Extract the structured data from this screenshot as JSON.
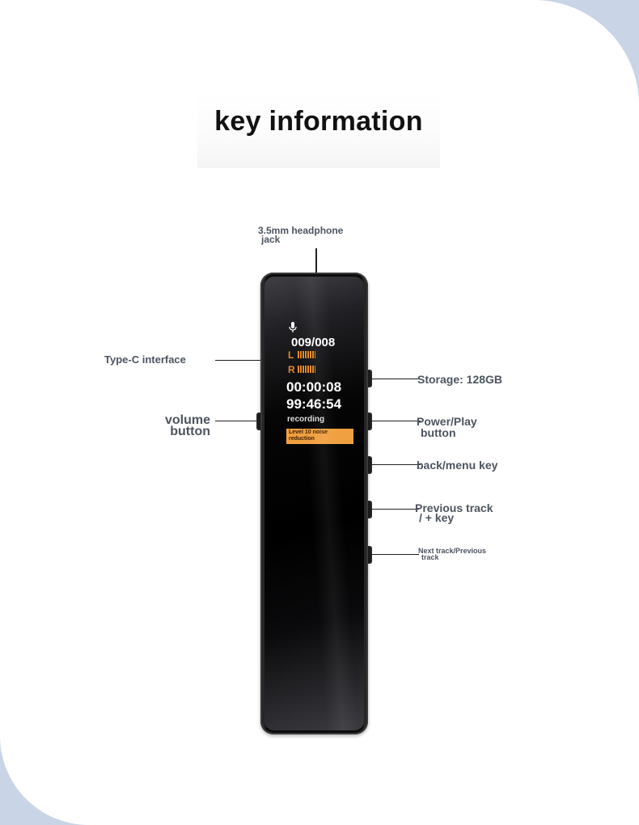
{
  "title": "key information",
  "labels": {
    "headphone": [
      "3.5mm headphone",
      "jack"
    ],
    "typec": "Type-C interface",
    "volume": [
      "volume",
      "button"
    ],
    "storage": "Storage: 128GB",
    "power": [
      "Power/Play",
      "button"
    ],
    "back": "back/menu key",
    "prev": [
      "Previous track",
      "/ + key"
    ],
    "next": [
      "Next track/Previous",
      "track"
    ]
  },
  "screen": {
    "file_counter": "009/008",
    "left_channel": "L",
    "right_channel": "R",
    "elapsed_time": "00:00:08",
    "remaining_time": "99:46:54",
    "status": "recording",
    "noise_badge": [
      "Level 10 noise",
      "reduction"
    ]
  },
  "colors": {
    "accent_orange": "#e58a2b",
    "badge_orange": "#f0a040",
    "label_gray": "#4c5560"
  },
  "icons": {
    "mic": "microphone-icon"
  }
}
